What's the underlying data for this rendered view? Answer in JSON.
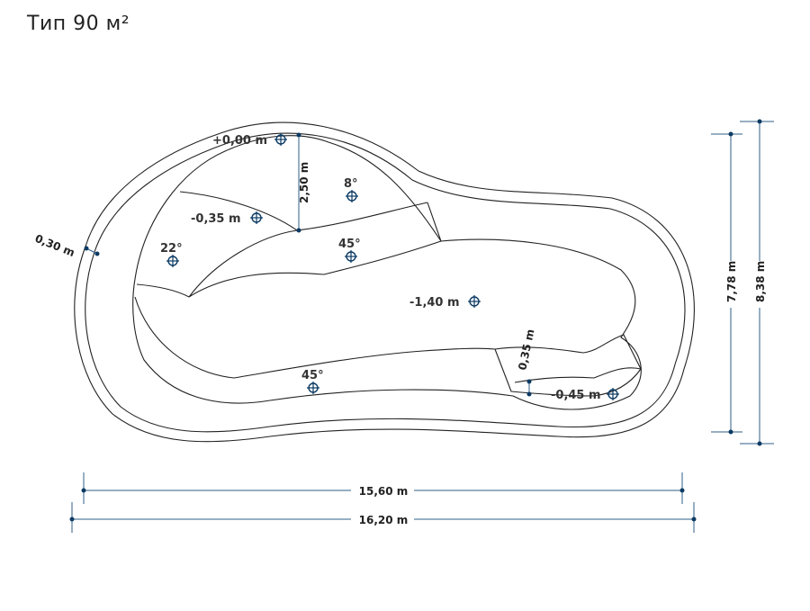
{
  "title": "Тип 90 м²",
  "labels": {
    "level_top": "+0,00 m",
    "level_shelf": "-0,35 m",
    "level_main": "-1,40 m",
    "level_step": "-0,45 m",
    "angle_top": "8°",
    "angle_left": "22°",
    "angle_mid": "45°",
    "angle_bottom": "45°",
    "dim_step_height": "0,35 m",
    "dim_shelf_width": "2,50 m",
    "dim_wall": "0,30 m",
    "dim_inner_height": "7,78 m",
    "dim_outer_height": "8,38 m",
    "dim_inner_length": "15,60 m",
    "dim_outer_length": "16,20 m"
  },
  "colors": {
    "outline": "#222222",
    "dimension": "#2f5f87",
    "marker": "#0b3a63",
    "text": "#333333"
  }
}
